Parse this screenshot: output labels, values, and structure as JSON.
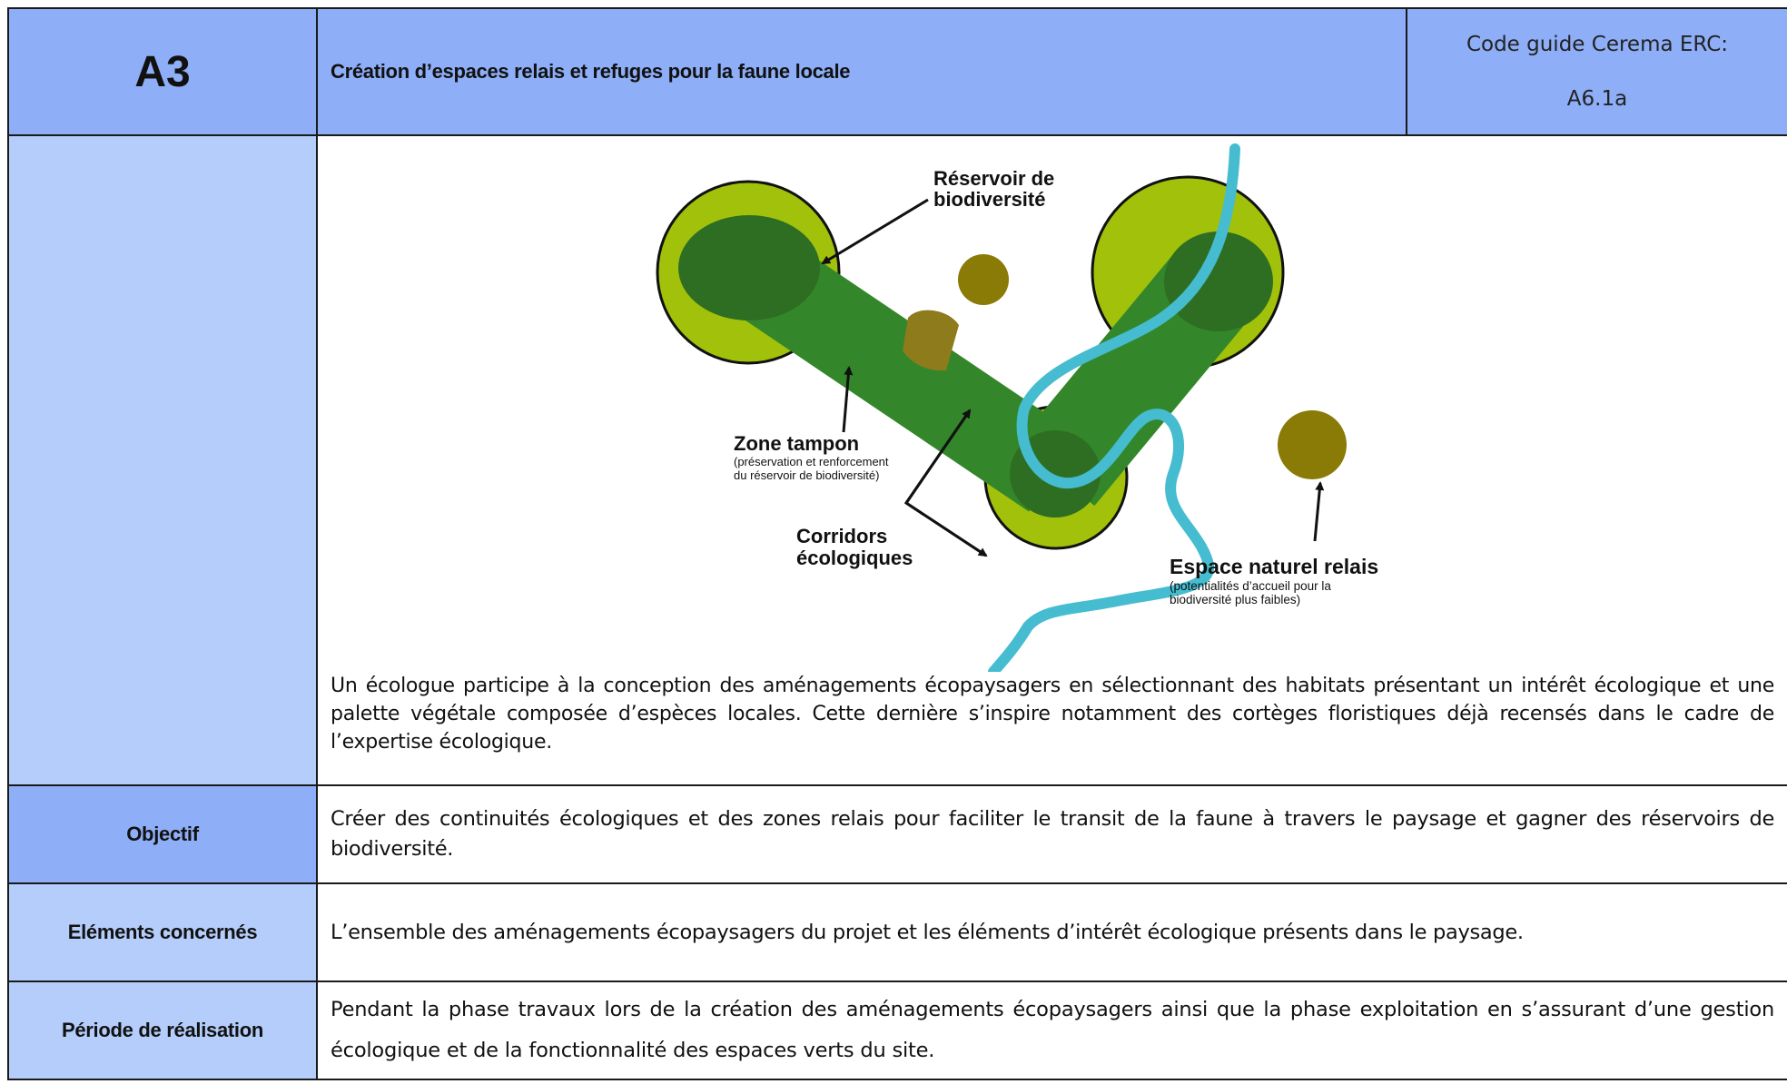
{
  "header": {
    "id": "A3",
    "title": "Création d’espaces relais et refuges pour la faune locale",
    "code_label": "Code guide Cerema ERC:",
    "code_value": "A6.1a"
  },
  "figure": {
    "reservoir_label_1": "Réservoir de",
    "reservoir_label_2": "biodiversité",
    "zone_title": "Zone tampon",
    "zone_sub_1": "(préservation et renforcement",
    "zone_sub_2": "du réservoir de biodiversité)",
    "corridors_1": "Corridors",
    "corridors_2": "écologiques",
    "relais_title": "Espace naturel relais",
    "relais_sub_1": "(potentialités d’accueil pour la",
    "relais_sub_2": "biodiversité plus faibles)",
    "colors": {
      "buffer": "#a2c10b",
      "reservoir": "#2d6e23",
      "corridor": "#33872a",
      "relais": "#8a7a06",
      "patch": "#8d7b1c",
      "river": "#45bccf"
    }
  },
  "description": "Un écologue participe à la conception des aménagements écopaysagers en sélectionnant des habitats présentant un intérêt écologique et une palette végétale composée d’espèces locales. Cette dernière s’inspire notamment des cortèges floristiques déjà recensés dans le cadre de l’expertise écologique.",
  "rows": [
    {
      "label": "Objectif",
      "text": "Créer des continuités écologiques et des zones relais pour faciliter le transit de la faune à travers le paysage et gagner des réservoirs de biodiversité."
    },
    {
      "label": "Eléments concernés",
      "text": "L’ensemble des aménagements écopaysagers du projet et les éléments d’intérêt écologique présents dans le paysage."
    },
    {
      "label": "Période de réalisation",
      "text": "Pendant la phase travaux lors de la création des aménagements écopaysagers ainsi que la phase exploitation en s’assurant d’une gestion écologique et de la fonctionnalité des espaces verts du site."
    }
  ]
}
